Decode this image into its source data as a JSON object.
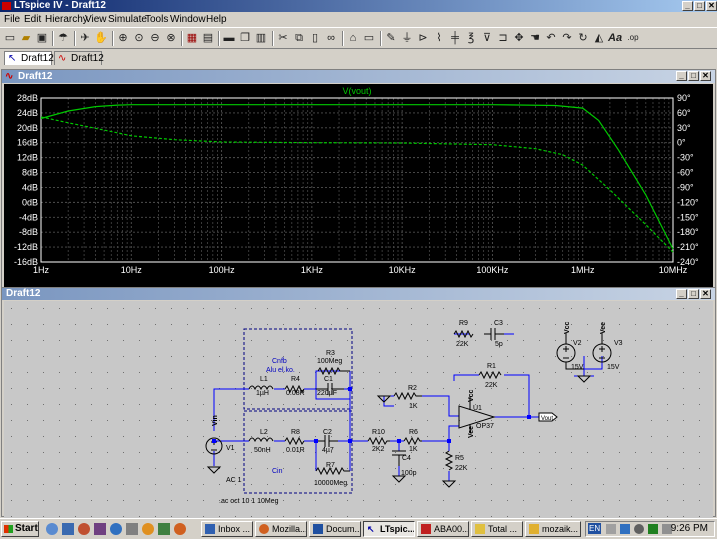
{
  "window": {
    "title": "LTspice IV - Draft12",
    "buttons": [
      "_",
      "□",
      "✕"
    ]
  },
  "menu": [
    "File",
    "Edit",
    "Hierarchy",
    "View",
    "Simulate",
    "Tools",
    "Window",
    "Help"
  ],
  "tabs": [
    {
      "label": "Draft12",
      "icon": "schematic-icon"
    },
    {
      "label": "Draft12",
      "icon": "waveform-icon"
    }
  ],
  "plot": {
    "title": "Draft12",
    "trace_label": "V(vout)",
    "colors": {
      "bg": "#000000",
      "grid": "#505050",
      "trace": "#00c800",
      "axis": "#ffffff"
    }
  },
  "chart_data": {
    "type": "line",
    "title": "V(vout)",
    "xscale": "log",
    "xlim": [
      1,
      10000000
    ],
    "xticks": [
      "1Hz",
      "10Hz",
      "100Hz",
      "1KHz",
      "10KHz",
      "100KHz",
      "1MHz",
      "10MHz"
    ],
    "ylim": [
      -16,
      28
    ],
    "yticks": [
      "28dB",
      "24dB",
      "20dB",
      "16dB",
      "12dB",
      "8dB",
      "4dB",
      "0dB",
      "-4dB",
      "-8dB",
      "-12dB",
      "-16dB"
    ],
    "y2lim": [
      -240,
      90
    ],
    "y2ticks": [
      "90°",
      "60°",
      "30°",
      "0°",
      "-30°",
      "-60°",
      "-90°",
      "-120°",
      "-150°",
      "-180°",
      "-210°",
      "-240°"
    ],
    "series": [
      {
        "style": "solid",
        "axis": "left",
        "x": [
          1,
          2,
          4,
          7,
          10,
          100,
          1000,
          10000,
          100000,
          500000,
          1000000,
          1500000,
          2500000,
          5000000,
          10000000
        ],
        "y": [
          22.5,
          24.5,
          25.7,
          26.1,
          26.2,
          26.2,
          26.2,
          26.2,
          26.2,
          26.0,
          25.3,
          22,
          14,
          2,
          -12.5
        ]
      },
      {
        "style": "dashed",
        "axis": "right",
        "x": [
          1,
          2,
          4,
          7,
          10,
          30,
          100,
          1000,
          10000,
          100000,
          300000,
          600000,
          1000000,
          2000000,
          5000000,
          10000000
        ],
        "y": [
          52,
          40,
          29,
          20,
          14,
          6,
          1.5,
          0,
          -0.5,
          -4,
          -12,
          -24,
          -45,
          -95,
          -165,
          -220
        ]
      }
    ]
  },
  "schematic": {
    "title": "Draft12",
    "directive": ".ac oct 10 1 10Meg",
    "groups": [
      {
        "label": "Cnfb"
      },
      {
        "label": "Alu el.ko."
      },
      {
        "label": "Cin"
      }
    ],
    "components": [
      {
        "ref": "R9",
        "value": "22K"
      },
      {
        "ref": "C3",
        "value": "5p"
      },
      {
        "ref": "V2",
        "value": "15V",
        "net": "Vcc"
      },
      {
        "ref": "V3",
        "value": "15V",
        "net": "Vee"
      },
      {
        "ref": "R3",
        "value": "100Meg"
      },
      {
        "ref": "L1",
        "value": "1µH"
      },
      {
        "ref": "R4",
        "value": "0.08R"
      },
      {
        "ref": "C1",
        "value": "220µF"
      },
      {
        "ref": "R1",
        "value": "22K"
      },
      {
        "ref": "R2",
        "value": "1K"
      },
      {
        "ref": "U1",
        "value": "OP37"
      },
      {
        "ref": "V1",
        "value": "AC 1",
        "net": "Vin"
      },
      {
        "ref": "L2",
        "value": "50nH"
      },
      {
        "ref": "R8",
        "value": "0.01R"
      },
      {
        "ref": "C2",
        "value": "4µ7"
      },
      {
        "ref": "R7",
        "value": "10000Meg"
      },
      {
        "ref": "R10",
        "value": "2K2"
      },
      {
        "ref": "C4",
        "value": "100p"
      },
      {
        "ref": "R6",
        "value": "1K"
      },
      {
        "ref": "R5",
        "value": "22K"
      }
    ],
    "nets": [
      "Vcc",
      "Vee",
      "Vin",
      "Vout"
    ],
    "colors": {
      "wire": "#0000ff",
      "part": "#000000",
      "label": "#0000c0",
      "bg": "#c8c8c8",
      "dashed": "#000080"
    }
  },
  "taskbar": {
    "start": "Start",
    "tasks": [
      {
        "label": "Inbox ..."
      },
      {
        "label": "Mozilla..."
      },
      {
        "label": "Docum..."
      },
      {
        "label": "LTspic...",
        "active": true
      },
      {
        "label": "ABA00..."
      },
      {
        "label": "Total ..."
      },
      {
        "label": "mozaik..."
      }
    ],
    "lang": "EN",
    "clock": "9:26 PM"
  }
}
